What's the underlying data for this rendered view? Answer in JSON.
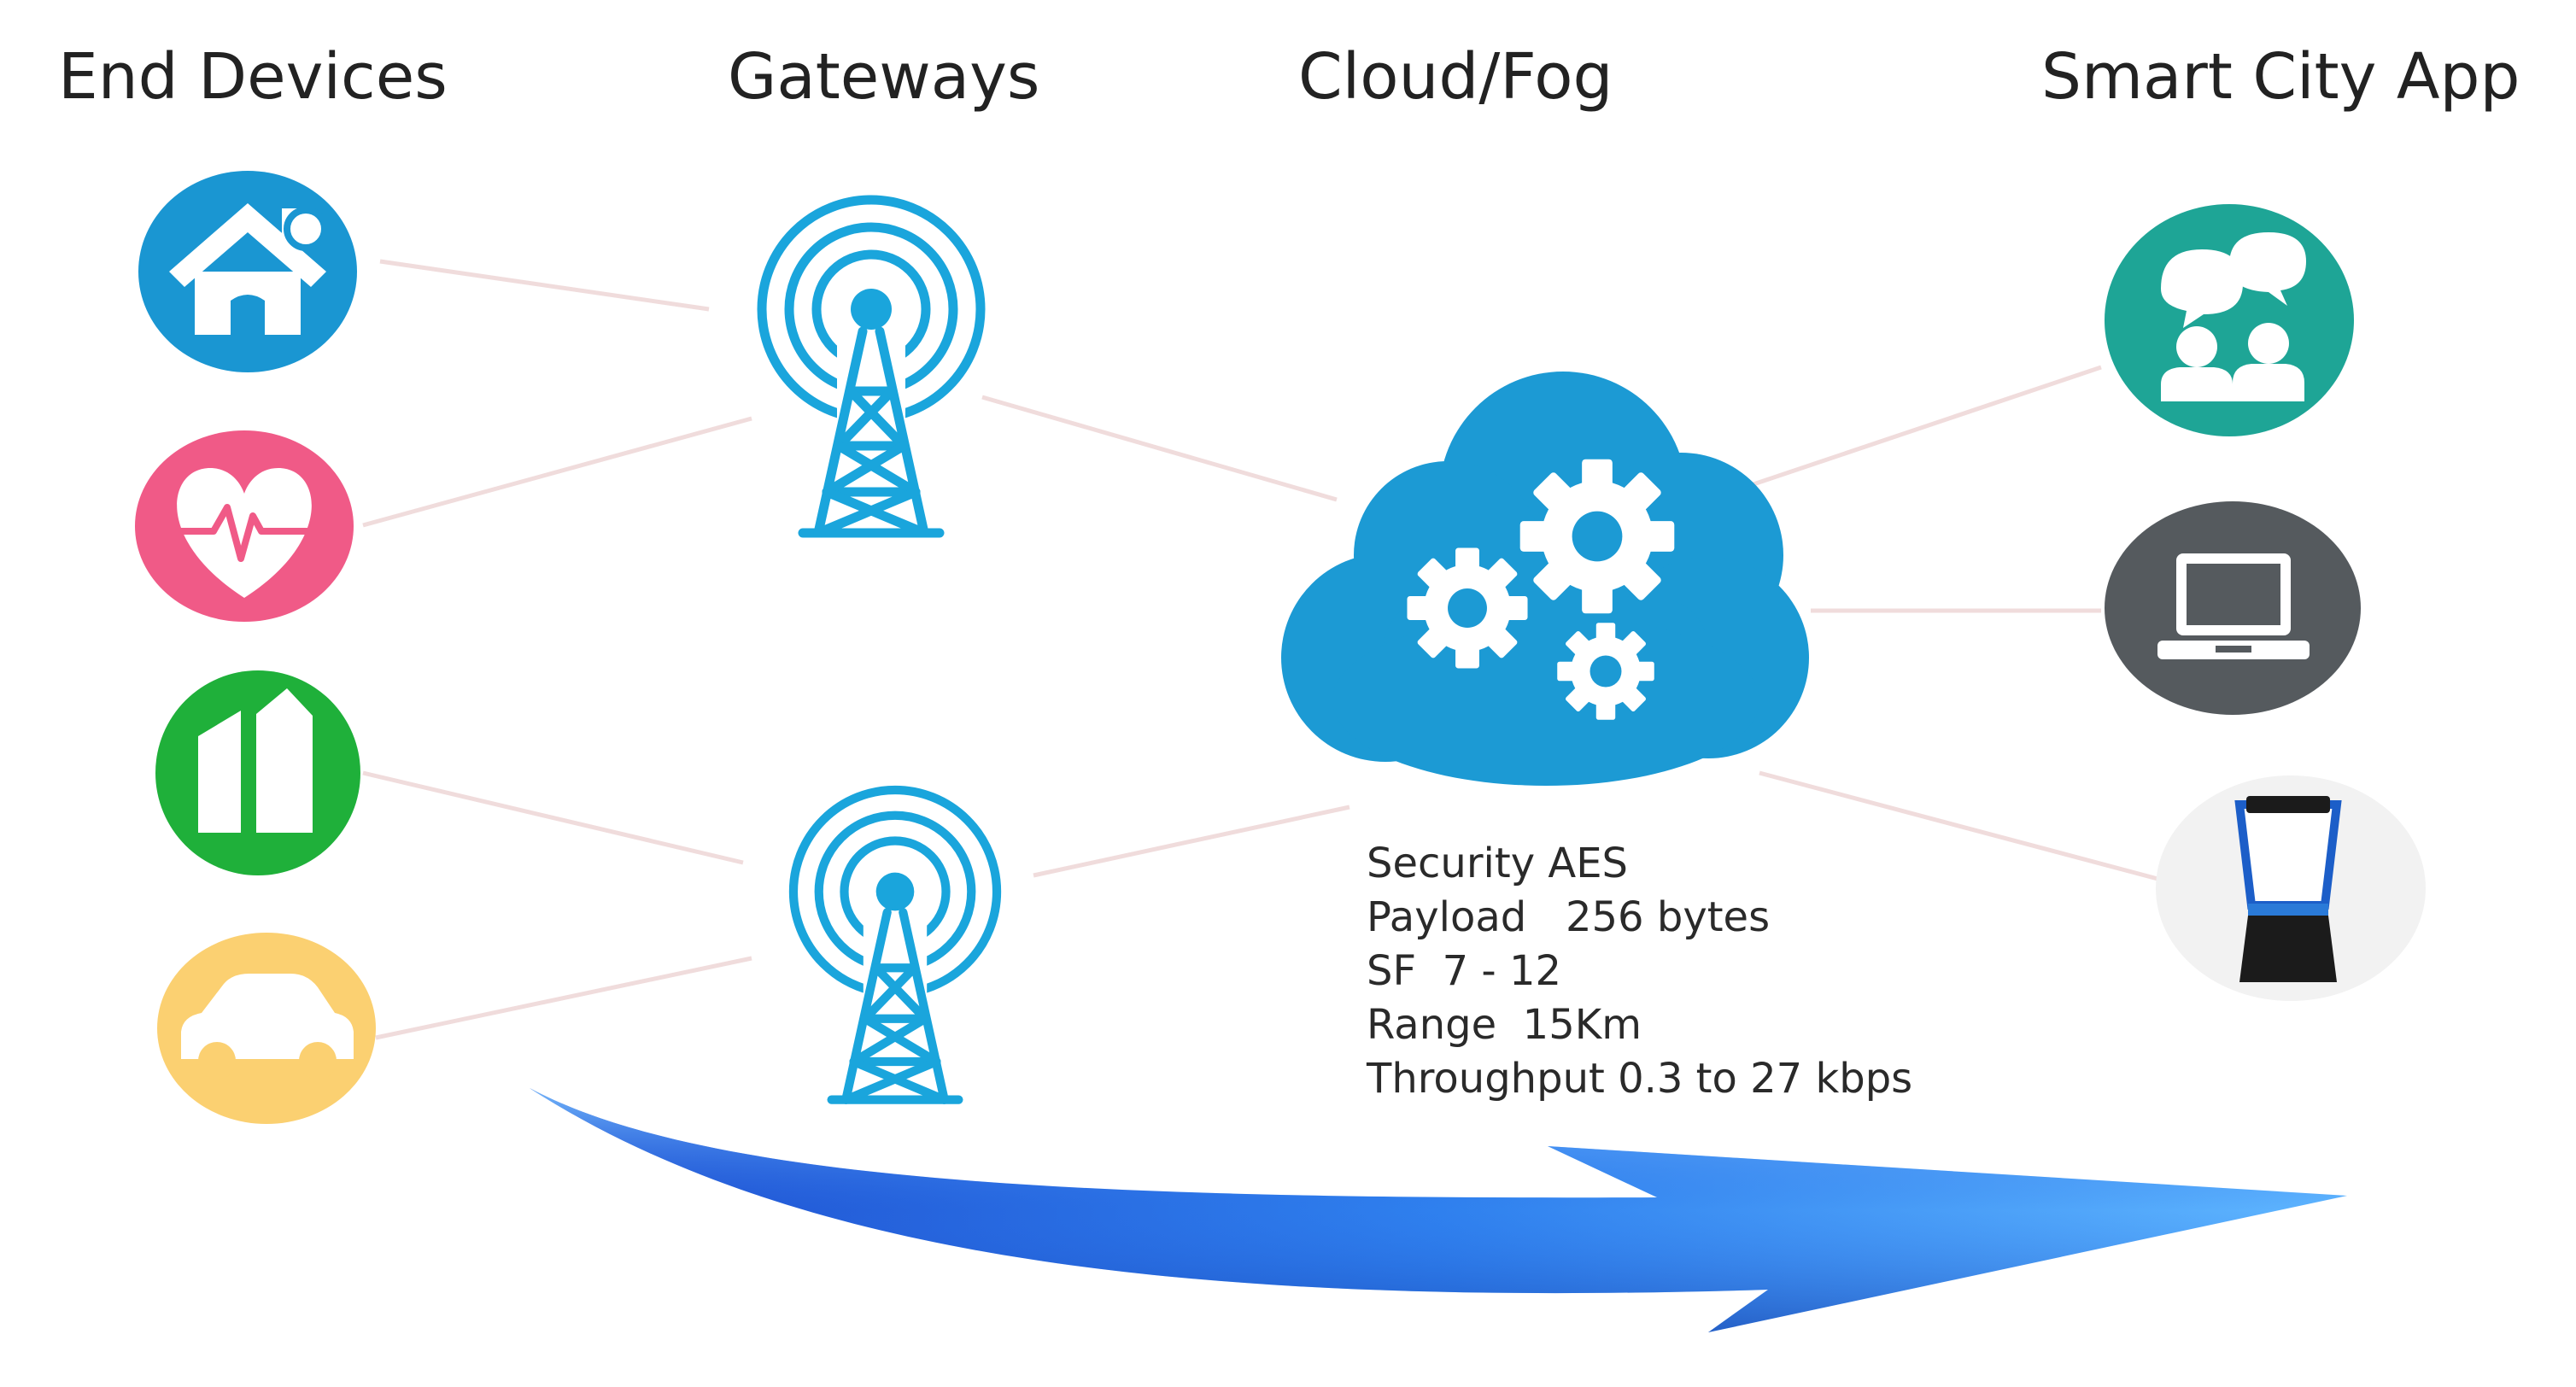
{
  "columns": {
    "end_devices": "End Devices",
    "gateways": "Gateways",
    "cloud_fog": "Cloud/Fog",
    "smart_city_app": "Smart City App"
  },
  "end_devices": [
    {
      "icon": "smart-home-icon",
      "color": "#1a96d2"
    },
    {
      "icon": "health-heartbeat-icon",
      "color": "#f05a87"
    },
    {
      "icon": "smart-building-icon",
      "color": "#1fb03a"
    },
    {
      "icon": "smart-car-icon",
      "color": "#fbd071"
    }
  ],
  "gateways": [
    {
      "icon": "gateway-tower-icon",
      "color": "#1aa5dc"
    },
    {
      "icon": "gateway-tower-icon",
      "color": "#1aa5dc"
    }
  ],
  "cloud": {
    "icon": "cloud-gears-icon",
    "color": "#1c9ad4"
  },
  "apps": [
    {
      "icon": "community-users-icon",
      "color": "#1ea596"
    },
    {
      "icon": "laptop-icon",
      "color": "#555a5e"
    },
    {
      "icon": "blender-appliance-icon",
      "color": "#f2f2f2"
    }
  ],
  "specs": {
    "security": "Security AES",
    "payload": "Payload   256 bytes",
    "sf": "SF  7 - 12",
    "range": "Range  15Km",
    "throughput": "Throughput 0.3 to 27 kbps"
  },
  "flow_arrow": {
    "color": "#2a6ee8"
  }
}
